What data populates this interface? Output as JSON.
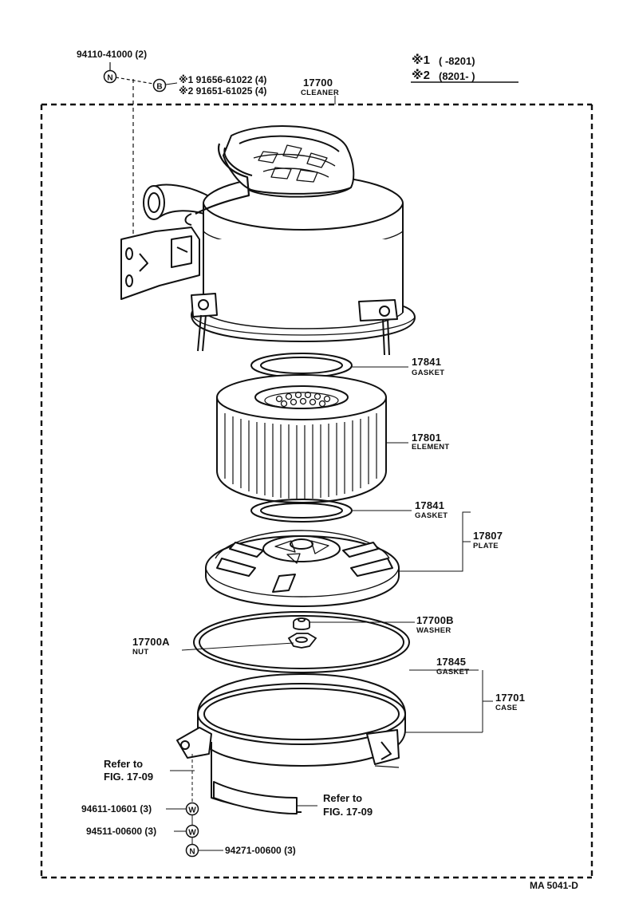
{
  "legend": {
    "row1_mark": "※1",
    "row1_range": "(      -8201)",
    "row2_mark": "※2",
    "row2_range": "(8201-       )"
  },
  "top_hardware": {
    "bolt_part": "94110-41000 (2)",
    "bolt_symbol": "N",
    "washer_symbol": "B",
    "washer_part_1": "※1 91656-61022 (4)",
    "washer_part_2": "※2 91651-61025 (4)"
  },
  "assembly": {
    "number": "17700",
    "name": "CLEANER"
  },
  "parts": [
    {
      "number": "17841",
      "name": "GASKET"
    },
    {
      "number": "17801",
      "name": "ELEMENT"
    },
    {
      "number": "17841",
      "name": "GASKET"
    },
    {
      "number": "17807",
      "name": "PLATE"
    },
    {
      "number": "17700B",
      "name": "WASHER"
    },
    {
      "number": "17700A",
      "name": "NUT"
    },
    {
      "number": "17845",
      "name": "GASKET"
    },
    {
      "number": "17701",
      "name": "CASE"
    }
  ],
  "references": [
    {
      "line1": "Refer to",
      "line2": "FIG. 17-09"
    },
    {
      "line1": "Refer to",
      "line2": "FIG. 17-09"
    }
  ],
  "bottom_hardware": [
    {
      "part": "94611-10601 (3)",
      "symbol": "W"
    },
    {
      "part": "94511-00600 (3)",
      "symbol": "W"
    },
    {
      "part": "94271-00600 (3)",
      "symbol": "N"
    }
  ],
  "footer_code": "MA 5041-D"
}
